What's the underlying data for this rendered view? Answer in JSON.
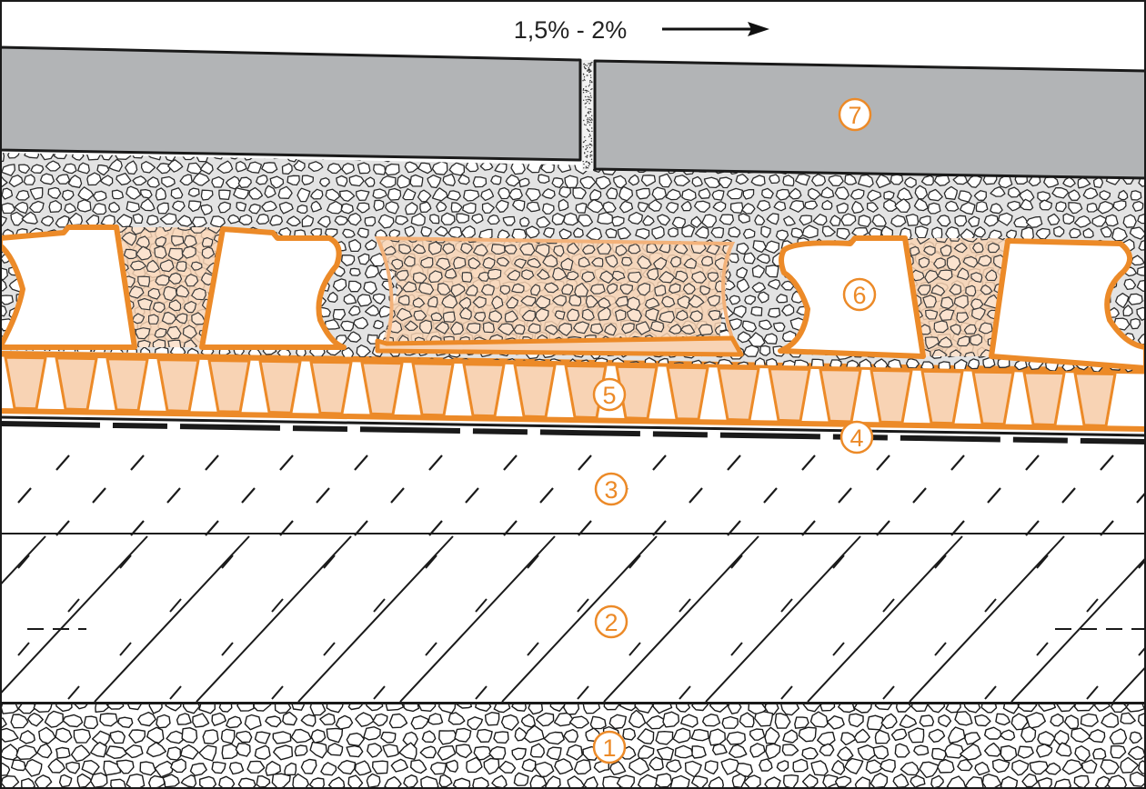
{
  "slope": {
    "label": "1,5% - 2%",
    "arrow_icon": "arrow-right-icon"
  },
  "colors": {
    "orange": "#ec8a28",
    "orange_light": "#f8d3b4",
    "slab_gray": "#b2b4b6",
    "gravel_fill": "#e3e3e3",
    "line": "#1a1a1a",
    "white": "#ffffff"
  },
  "layers": [
    {
      "id": "1",
      "label": "1"
    },
    {
      "id": "2",
      "label": "2"
    },
    {
      "id": "3",
      "label": "3"
    },
    {
      "id": "4",
      "label": "4"
    },
    {
      "id": "5",
      "label": "5"
    },
    {
      "id": "6",
      "label": "6"
    },
    {
      "id": "7",
      "label": "7"
    }
  ]
}
